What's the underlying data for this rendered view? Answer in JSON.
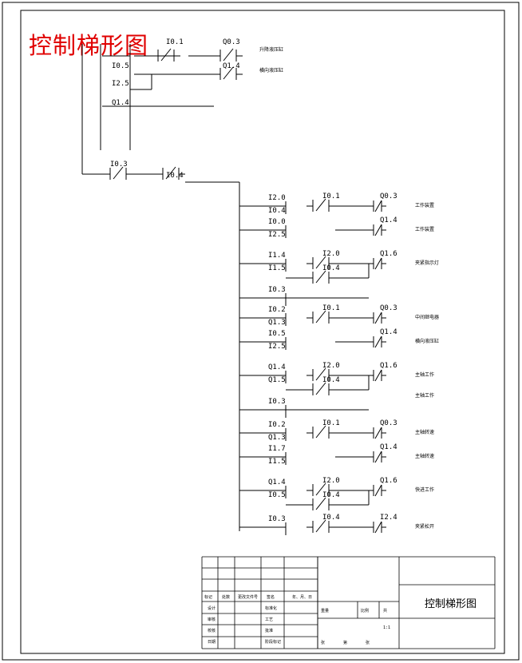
{
  "page_title": "控制梯形图",
  "ladder": {
    "top": [
      {
        "text": "I0.1"
      },
      {
        "text": "Q0.3"
      },
      {
        "text": "升降液压缸"
      },
      {
        "text": "I0.5"
      },
      {
        "text": "Q1.4"
      },
      {
        "text": "横向液压缸"
      },
      {
        "text": "I2.5"
      },
      {
        "text": "Q1.4"
      },
      {
        "text": "I0.3"
      },
      {
        "text": "I0.4"
      }
    ],
    "rows": [
      {
        "a": "I2.0",
        "b": "I0.4",
        "c": "I0.1",
        "q": "Q0.3",
        "desc": "工作装置"
      },
      {
        "a": "I0.0",
        "b": "I2.5",
        "q": "Q1.4",
        "desc": "工作装置"
      },
      {
        "a": "I1.4",
        "b": "I1.5",
        "c": "I2.0",
        "d": "I0.4",
        "q": "Q1.6",
        "desc": "夹紧指示灯"
      },
      {
        "a": "I0.3"
      },
      {
        "a": "I0.2",
        "b": "Q1.3",
        "c": "I0.1",
        "q": "Q0.3",
        "desc": "中间继电器"
      },
      {
        "a": "I0.5",
        "b": "I2.5",
        "q": "Q1.4",
        "desc": "横向液压缸"
      },
      {
        "a": "Q1.4",
        "b": "Q1.5",
        "c": "I2.0",
        "d": "I0.4",
        "q": "Q1.6",
        "desc": "主轴工作",
        "desc2": "主轴工作"
      },
      {
        "a": "I0.3"
      },
      {
        "a": "I0.2",
        "b": "Q1.3",
        "c": "I0.1",
        "q": "Q0.3",
        "desc": "主轴转速"
      },
      {
        "a": "I1.7",
        "b": "I1.5",
        "q": "Q1.4",
        "desc": "主轴转速"
      },
      {
        "a": "Q1.4",
        "b": "I0.5",
        "c": "I2.0",
        "d": "I0.4",
        "q": "Q1.6",
        "desc": "快进工作"
      },
      {
        "a": "I0.3",
        "c": "I0.4",
        "q": "I2.4",
        "desc": "夹紧松开"
      }
    ]
  },
  "title_block": {
    "title": "控制梯形图",
    "labels": [
      "标记",
      "处数",
      "更改文件号",
      "签名",
      "年、月、日",
      "设计",
      "标准化",
      "审核",
      "工艺",
      "校核",
      "批准",
      "日期",
      "阶段标记",
      "重量",
      "比例",
      "共",
      "张",
      "第",
      "张"
    ],
    "scale": "1:1"
  }
}
